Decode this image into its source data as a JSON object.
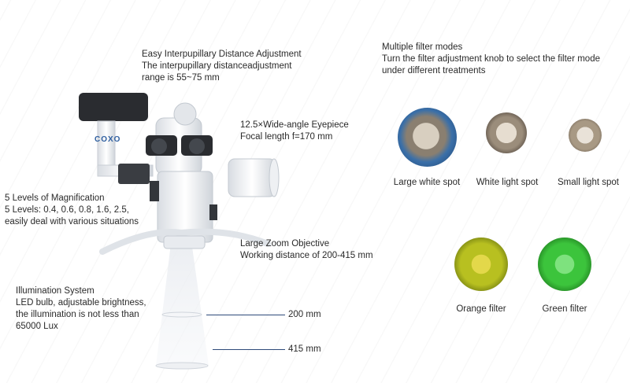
{
  "annotations": {
    "ipd": {
      "title": "Easy Interpupillary Distance Adjustment",
      "line1": "The interpupillary distanceadjustment",
      "line2": "range is 55~75 mm"
    },
    "eyepiece": {
      "title": "12.5×Wide-angle Eyepiece",
      "line1": "Focal length f=170 mm"
    },
    "magnification": {
      "title": "5 Levels of Magnification",
      "line1": "5 Levels: 0.4, 0.6, 0.8, 1.6, 2.5,",
      "line2": "easily deal with various situations"
    },
    "zoom": {
      "title": "Large Zoom Objective",
      "line1": "Working distance of 200-415 mm"
    },
    "illumination": {
      "title": "Illumination System",
      "line1": "LED bulb, adjustable brightness,",
      "line2": "the illumination is not less than",
      "line3": "65000 Lux"
    },
    "distance_near": "200 mm",
    "distance_far": "415 mm"
  },
  "brand": "COXO",
  "filters": {
    "title": "Multiple filter modes",
    "line1": "Turn the filter adjustment knob to select the filter mode",
    "line2": "under different treatments",
    "spots": [
      {
        "label": "Large white spot",
        "color": "#c9c0b0"
      },
      {
        "label": "White light spot",
        "color": "#c4b8a8"
      },
      {
        "label": "Small light spot",
        "color": "#b8ab98"
      },
      {
        "label": "Orange filter",
        "color": "#b8c020"
      },
      {
        "label": "Green filter",
        "color": "#3cc43c"
      }
    ]
  },
  "colors": {
    "leader_line": "#2e4a7a",
    "text": "#2a2a2a"
  }
}
